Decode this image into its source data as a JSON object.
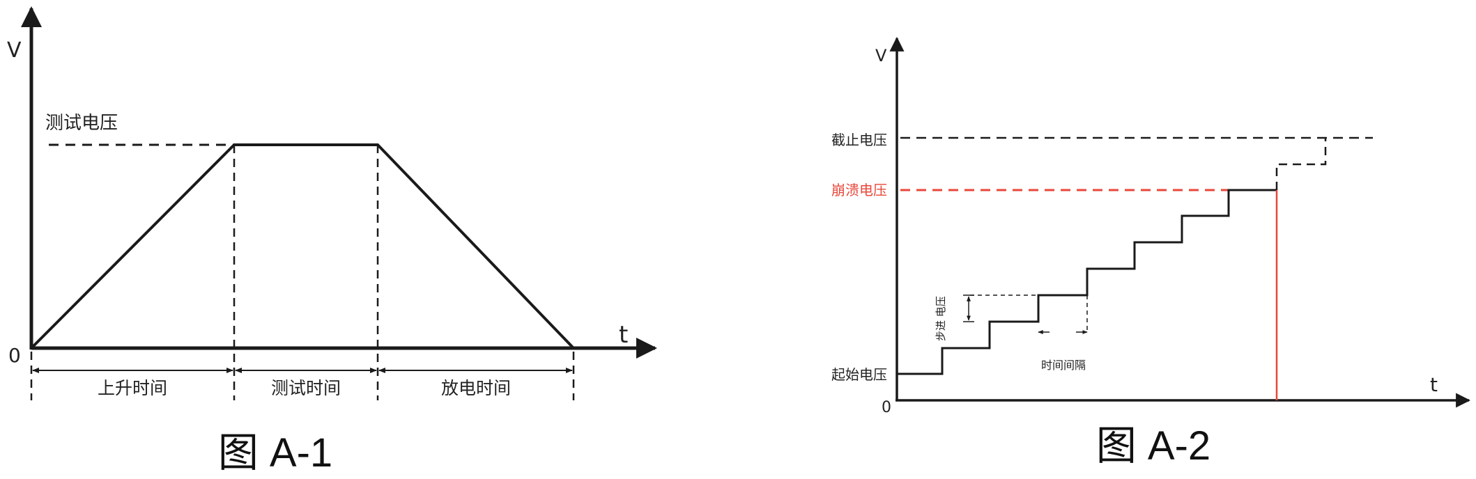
{
  "figure_a1": {
    "caption": "图 A-1",
    "y_axis_label": "V",
    "x_axis_label": "t",
    "origin_label": "0",
    "level_label": "测试电压",
    "phases": [
      "上升时间",
      "测试时间",
      "放电时间"
    ]
  },
  "figure_a2": {
    "caption": "图 A-2",
    "y_axis_label": "V",
    "x_axis_label": "t",
    "origin_label": "0",
    "cutoff_label": "截止电压",
    "breakdown_label": "崩溃电压",
    "start_label": "起始电压",
    "step_voltage_label": "步进 电压",
    "interval_label": "时间间隔"
  },
  "colors": {
    "line": "#1a1a1a",
    "breakdown": "#e8473a"
  }
}
